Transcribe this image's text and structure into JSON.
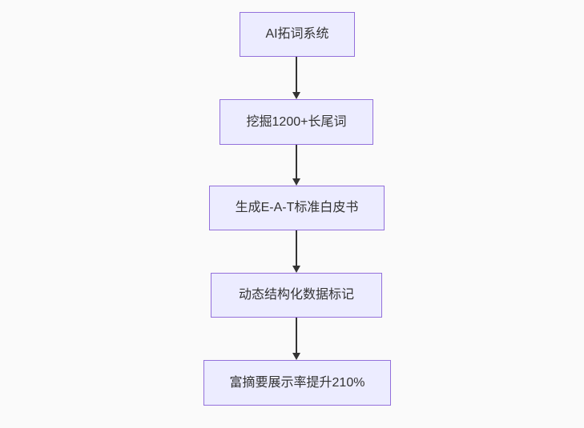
{
  "flowchart": {
    "type": "flowchart",
    "direction": "top-down",
    "nodes": [
      {
        "label": "AI拓词系统"
      },
      {
        "label": "挖掘1200+长尾词"
      },
      {
        "label": "生成E-A-T标准白皮书"
      },
      {
        "label": "动态结构化数据标记"
      },
      {
        "label": "富摘要展示率提升210%"
      }
    ],
    "edges": [
      {
        "from": 0,
        "to": 1,
        "style": "arrow"
      },
      {
        "from": 1,
        "to": 2,
        "style": "arrow"
      },
      {
        "from": 2,
        "to": 3,
        "style": "arrow"
      },
      {
        "from": 3,
        "to": 4,
        "style": "arrow"
      }
    ]
  },
  "colors": {
    "background": "#fafafa",
    "node_fill": "#ECECFF",
    "node_border": "#9370DB",
    "node_text": "#333333",
    "edge_color": "#333333"
  }
}
